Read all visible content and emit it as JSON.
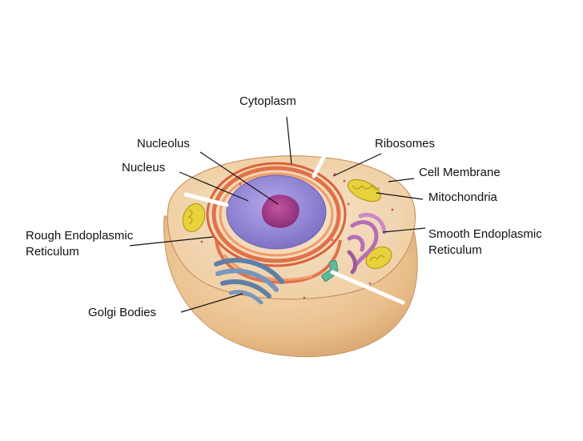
{
  "diagram": {
    "labels": {
      "cytoplasm": "Cytoplasm",
      "nucleolus": "Nucleolus",
      "nucleus": "Nucleus",
      "ribosomes": "Ribosomes",
      "cell_membrane": "Cell Membrane",
      "mitochondria": "Mitochondria",
      "rough_er_line1": "Rough Endoplasmic",
      "rough_er_line2": "Reticulum",
      "smooth_er_line1": "Smooth Endoplasmic",
      "smooth_er_line2": "Reticulum",
      "golgi": "Golgi Bodies"
    },
    "colors": {
      "cell_outer": "#e8c08f",
      "cell_rim": "#f1d2a8",
      "cytoplasm": "#f3dcc0",
      "nucleus": "#9a8fd8",
      "nucleolus": "#a33d8e",
      "rough_er": "#e0724a",
      "mitochondria": "#e8d23c",
      "golgi": "#5f7fa6",
      "smooth_er": "#b46fb4",
      "centriole": "#5fb99a"
    }
  }
}
